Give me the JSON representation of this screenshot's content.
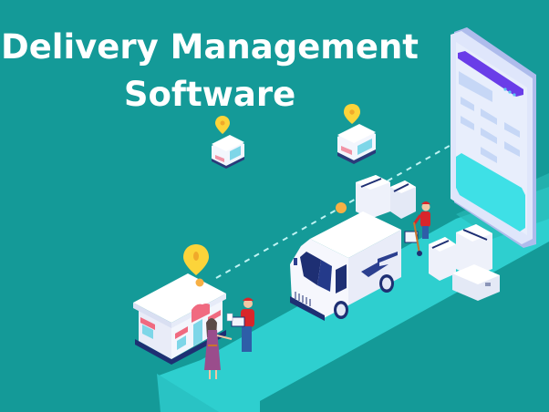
{
  "header": {
    "title_line_1": "Delivery Management",
    "title_line_2": "Software"
  },
  "colors": {
    "background": "#149a98",
    "road": "#2ecfcf",
    "title_text": "#ffffff",
    "pin": "#fcd43a",
    "orange_dot": "#f7b045",
    "phone_frame": "#c9d3f5",
    "phone_header_bar": "#6a3de8",
    "phone_panel": "#3ee0e6",
    "van_body": "#f2f4fb",
    "van_accent": "#1e2f73",
    "worker_shirt": "#d8262b",
    "customer_dress": "#9a4d8c",
    "awning_stripe": "#f06a80"
  },
  "illustration": {
    "elements": [
      {
        "name": "smartphone",
        "icon": "smartphone-icon"
      },
      {
        "name": "delivery-van",
        "icon": "van-icon"
      },
      {
        "name": "store-main",
        "icon": "store-icon"
      },
      {
        "name": "store-small-1",
        "icon": "store-icon"
      },
      {
        "name": "store-small-2",
        "icon": "store-icon"
      },
      {
        "name": "location-pins",
        "icon": "map-pin-icon"
      },
      {
        "name": "parcel-stacks",
        "icon": "box-icon"
      },
      {
        "name": "courier-with-hand-truck",
        "icon": "person-icon"
      },
      {
        "name": "courier-handing-package",
        "icon": "person-icon"
      },
      {
        "name": "customer",
        "icon": "person-icon"
      },
      {
        "name": "route-dashed-line",
        "icon": "route-icon"
      }
    ]
  }
}
